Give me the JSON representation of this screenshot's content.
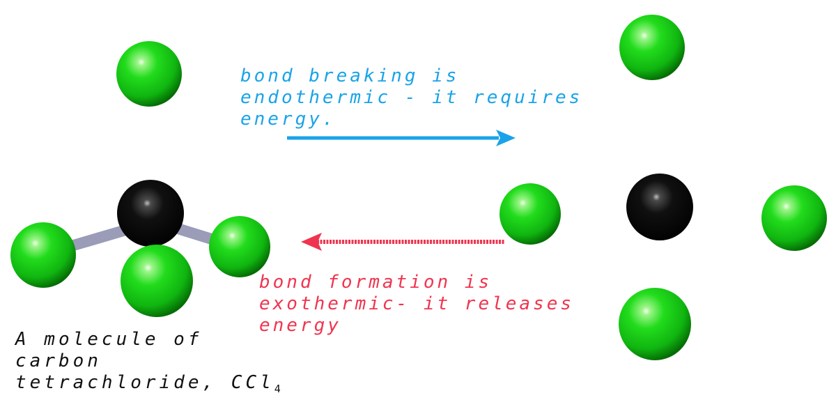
{
  "endothermic_text": {
    "line1": "bond breaking is",
    "line2": "endothermic - it requires",
    "line3": "energy."
  },
  "exothermic_text": {
    "line1": "bond formation is",
    "line2": "exothermic- it releases",
    "line3": "energy"
  },
  "caption": {
    "line1": "A molecule of",
    "line2": "carbon",
    "line3": "tetrachloride, CCl",
    "subscript": "4"
  },
  "colors": {
    "chlorine": "#1ed21e",
    "carbon": "#000000",
    "bond": "#9a9cb8",
    "endothermic_arrow": "#1aa3e8",
    "exothermic_arrow": "#f0344f"
  }
}
